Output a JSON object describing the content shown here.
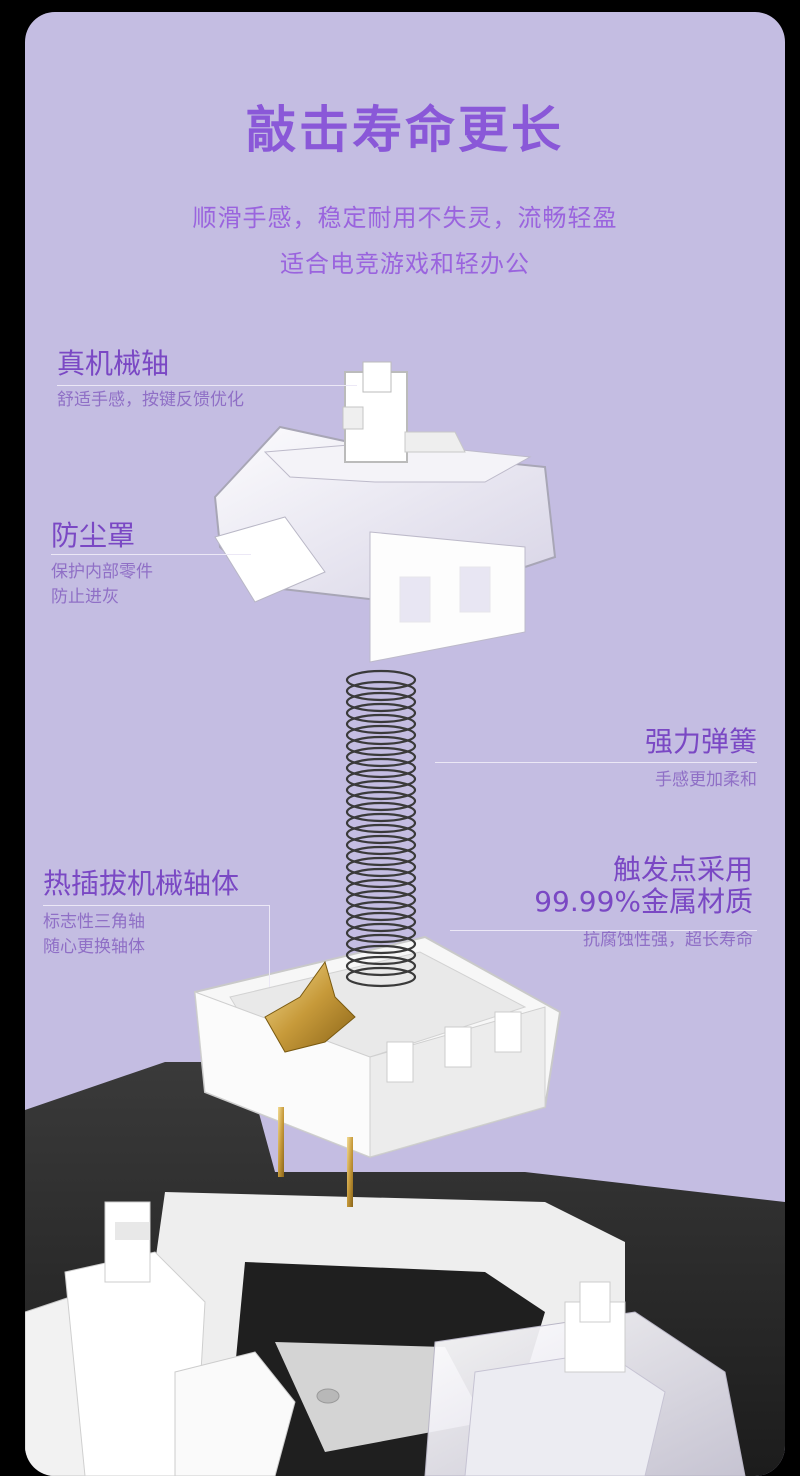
{
  "header": {
    "title": "敲击寿命更长",
    "subtitle_line1": "顺滑手感，稳定耐用不失灵，流畅轻盈",
    "subtitle_line2": "适合电竞游戏和轻办公"
  },
  "callouts": {
    "stem": {
      "title": "真机械轴",
      "desc": "舒适手感，按键反馈优化"
    },
    "dust_cover": {
      "title": "防尘罩",
      "desc_line1": "保护内部零件",
      "desc_line2": "防止进灰"
    },
    "spring": {
      "title": "强力弹簧",
      "desc": "手感更加柔和"
    },
    "hot_swap": {
      "title": "热插拔机械轴体",
      "desc_line1": "标志性三角轴",
      "desc_line2": "随心更换轴体"
    },
    "contacts": {
      "title_line1": "触发点采用",
      "title_line2": "99.99%金属材质",
      "desc": "抗腐蚀性强，超长寿命"
    }
  },
  "colors": {
    "background": "#c4bde2",
    "title": "#8a58d8",
    "label": "#7a48c4",
    "keyboard_plate": "#2f2f2f"
  }
}
